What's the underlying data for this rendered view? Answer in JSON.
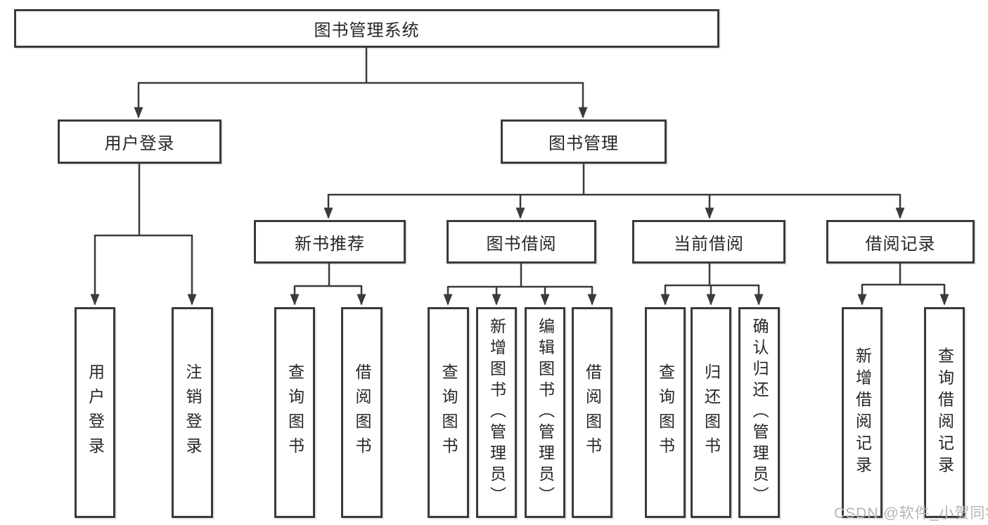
{
  "diagram": {
    "type": "hierarchy-tree",
    "root": {
      "label": "图书管理系统"
    },
    "branches": [
      {
        "label": "用户登录",
        "children": [
          {
            "label": "用户登录"
          },
          {
            "label": "注销登录"
          }
        ]
      },
      {
        "label": "图书管理",
        "children": [
          {
            "label": "新书推荐",
            "children": [
              {
                "label": "查询图书"
              },
              {
                "label": "借阅图书"
              }
            ]
          },
          {
            "label": "图书借阅",
            "children": [
              {
                "label": "查询图书"
              },
              {
                "label": "新增图书（管理员）"
              },
              {
                "label": "编辑图书（管理员）"
              },
              {
                "label": "借阅图书"
              }
            ]
          },
          {
            "label": "当前借阅",
            "children": [
              {
                "label": "查询图书"
              },
              {
                "label": "归还图书"
              },
              {
                "label": "确认归还（管理员）"
              }
            ]
          },
          {
            "label": "借阅记录",
            "children": [
              {
                "label": "新增借阅记录"
              },
              {
                "label": "查询借阅记录"
              }
            ]
          }
        ]
      }
    ],
    "watermark": "CSDN @软件_小贺同学",
    "colors": {
      "background": "#ffffff",
      "border": "#3a3a3a",
      "text": "#262626",
      "watermark": "#b5b5b5"
    }
  }
}
